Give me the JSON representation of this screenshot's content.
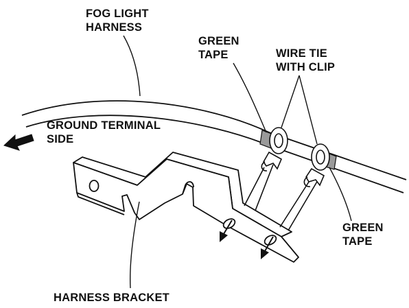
{
  "labels": {
    "fog_light_harness": [
      "FOG LIGHT",
      "HARNESS"
    ],
    "green_tape_top": [
      "GREEN",
      "TAPE"
    ],
    "wire_tie_with_clip": [
      "WIRE TIE",
      "WITH CLIP"
    ],
    "ground_terminal_side": [
      "GROUND TERMINAL",
      "SIDE"
    ],
    "green_tape_bottom": [
      "GREEN",
      "TAPE"
    ],
    "harness_bracket": "HARNESS BRACKET"
  },
  "colors": {
    "line": "#111111",
    "fill": "#ffffff",
    "tape": "#9a9a9a"
  }
}
